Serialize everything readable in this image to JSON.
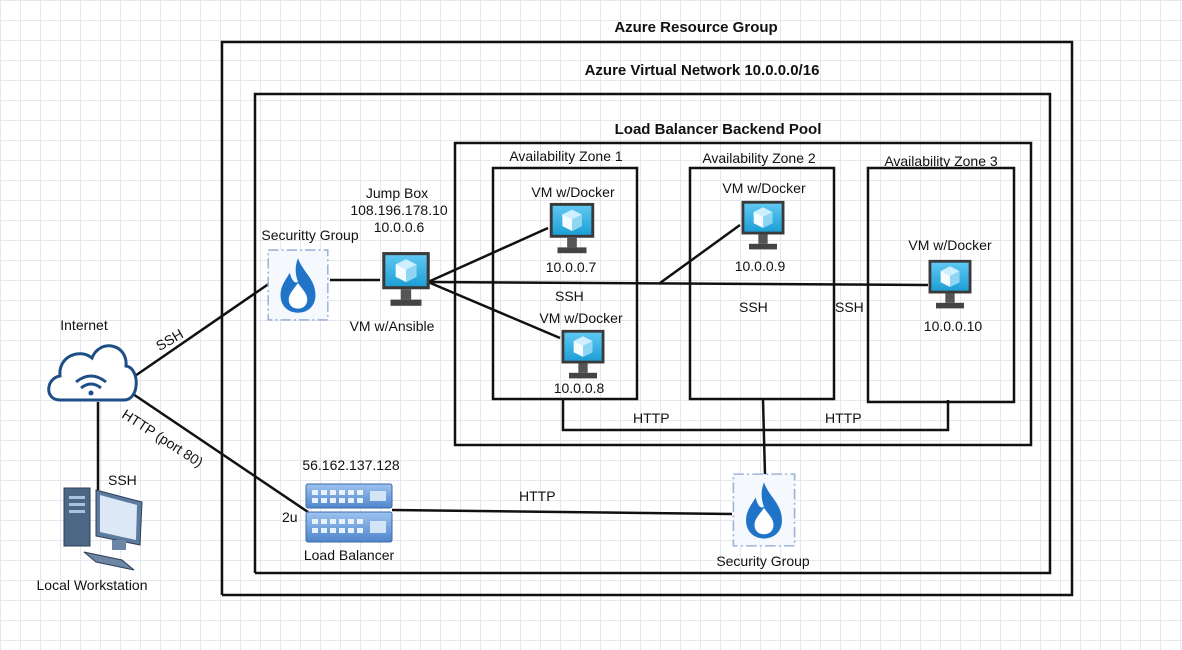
{
  "titles": {
    "resource_group": "Azure Resource Group",
    "vnet": "Azure Virtual Network 10.0.0.0/16",
    "backend_pool": "Load Balancer Backend Pool"
  },
  "zones": {
    "zone1": "Availability Zone 1",
    "zone2": "Availability Zone 2",
    "zone3": "Availability Zone 3"
  },
  "nodes": {
    "internet": "Internet",
    "local_workstation": "Local Workstation",
    "security_group_top": "Securitty Group",
    "jumpbox_name": "Jump Box",
    "jumpbox_public_ip": "108.196.178.10",
    "jumpbox_private_ip": "10.0.0.6",
    "jumpbox_role": "VM w/Ansible",
    "vm1_title": "VM w/Docker",
    "vm1_ip": "10.0.0.7",
    "vm2_title": "VM w/Docker",
    "vm2_ip": "10.0.0.8",
    "vm3_title": "VM w/Docker",
    "vm3_ip": "10.0.0.9",
    "vm4_title": "VM w/Docker",
    "vm4_ip": "10.0.0.10",
    "lb_ip": "56.162.137.128",
    "lb_size": "2u",
    "lb_name": "Load Balancer",
    "security_group_bottom": "Security Group"
  },
  "edges": {
    "internet_ssh": "SSH",
    "internet_http": "HTTP (port 80)",
    "workstation_ssh": "SSH",
    "zone1_ssh": "SSH",
    "zone2_ssh": "SSH",
    "zone3_ssh": "SSH",
    "pool_http_left": "HTTP",
    "pool_http_right": "HTTP",
    "lb_http": "HTTP"
  },
  "colors": {
    "vm_icon": "#1e9fd6",
    "security_group_flame": "#1f74c8",
    "line": "#111111"
  }
}
